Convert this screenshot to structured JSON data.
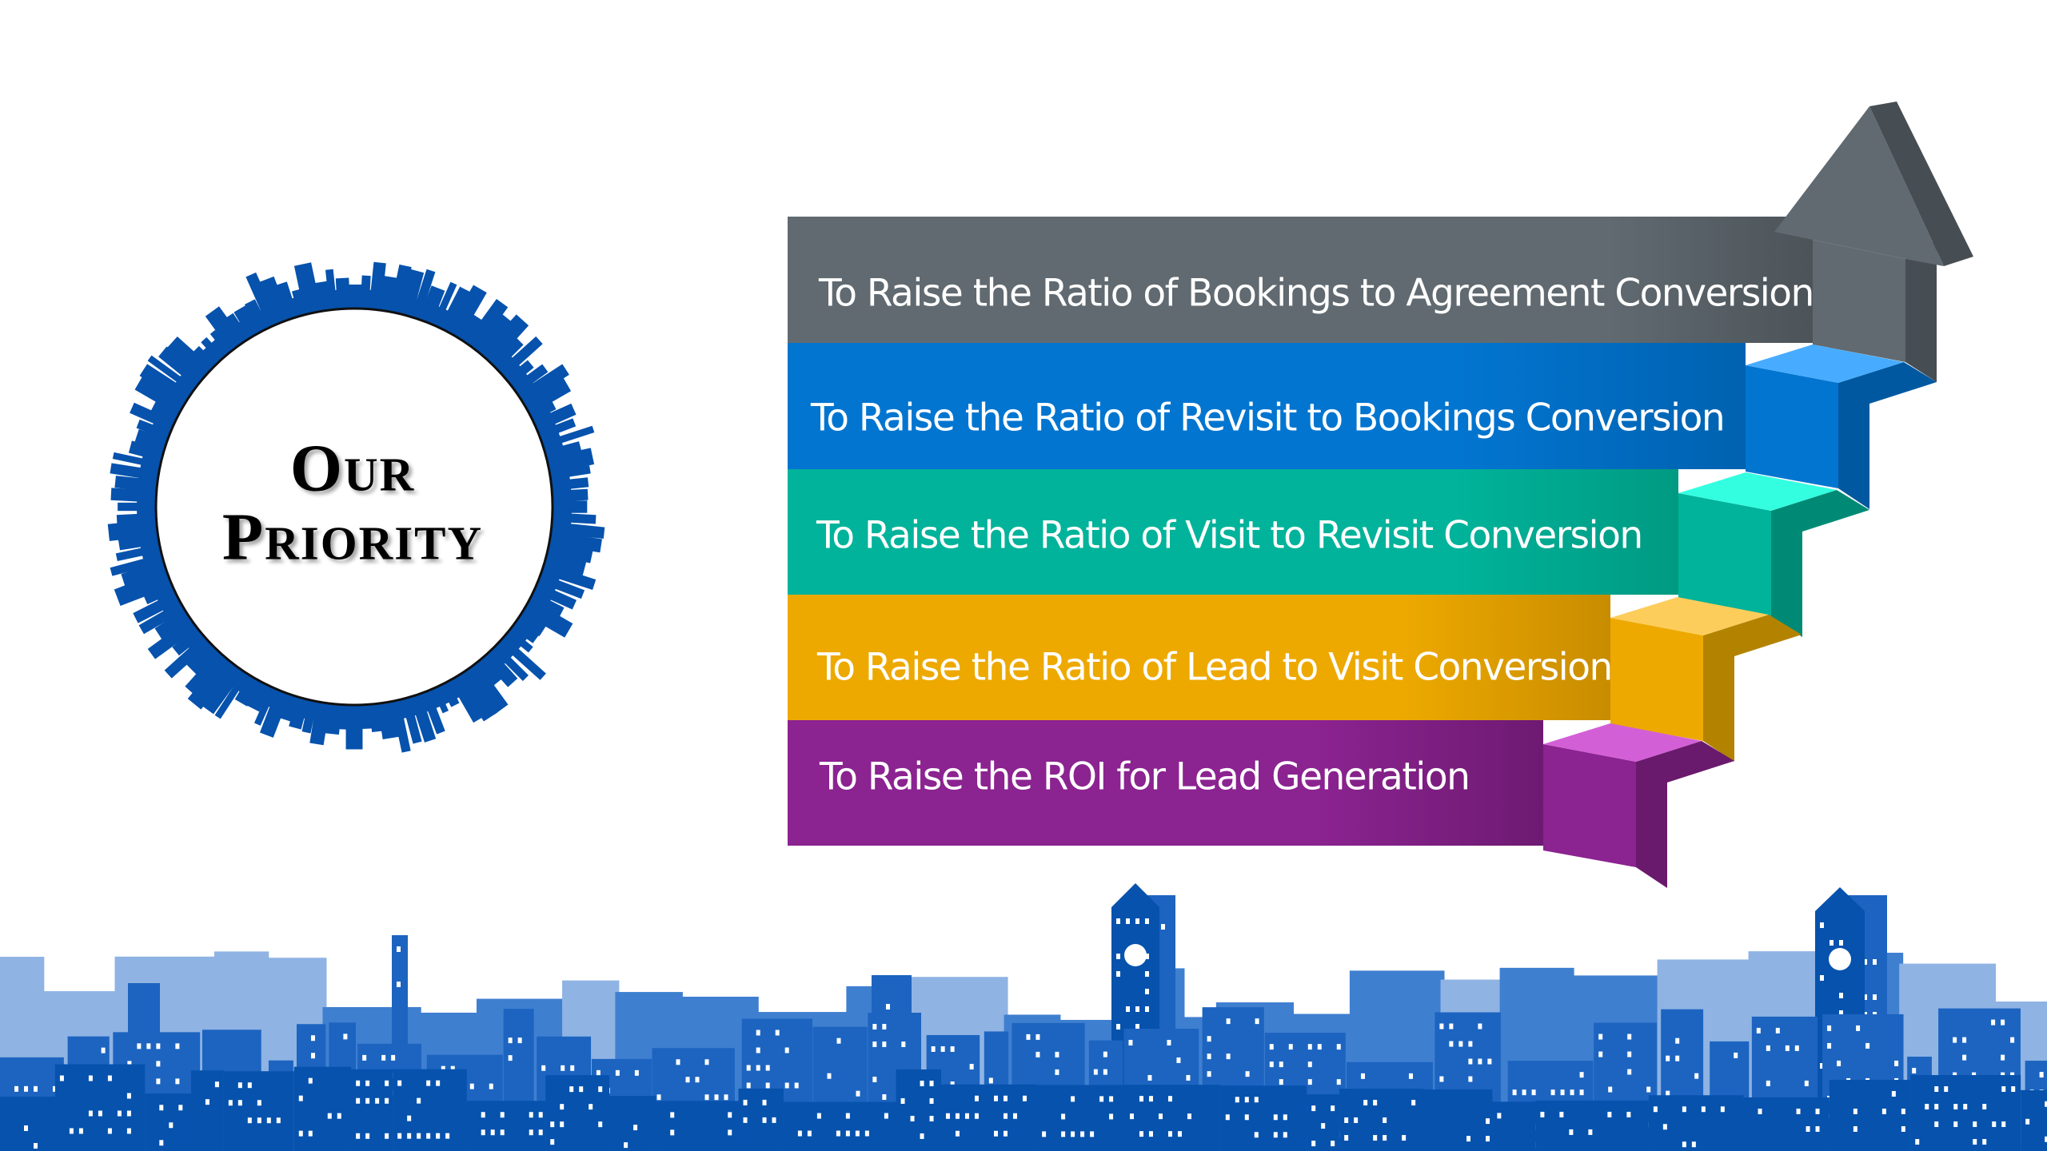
{
  "circle": {
    "line1": "Our",
    "line2": "Priority",
    "ring_color": "#0652ad"
  },
  "steps": [
    {
      "label": "To Raise the ROI for Lead Generation",
      "color": "#8b2390",
      "dark": "#6a1a6c",
      "top": "#d35fd6"
    },
    {
      "label": "To Raise the Ratio of Lead to Visit Conversion",
      "color": "#eda900",
      "dark": "#b38300",
      "top": "#fdcd5b"
    },
    {
      "label": "To Raise the Ratio of Visit to Revisit Conversion",
      "color": "#00b39a",
      "dark": "#008a75",
      "top": "#33ffe0"
    },
    {
      "label": "To Raise the Ratio of Revisit to Bookings Conversion",
      "color": "#0275d0",
      "dark": "#0058a0",
      "top": "#47acff"
    },
    {
      "label": "To Raise the Ratio of Bookings to Agreement Conversion",
      "color": "#606a70",
      "dark": "#474e53",
      "top": "#606a70"
    }
  ],
  "skyline_colors": [
    "#0652ad",
    "#1c64c0",
    "#3f7fd0",
    "#8fb3e3"
  ]
}
